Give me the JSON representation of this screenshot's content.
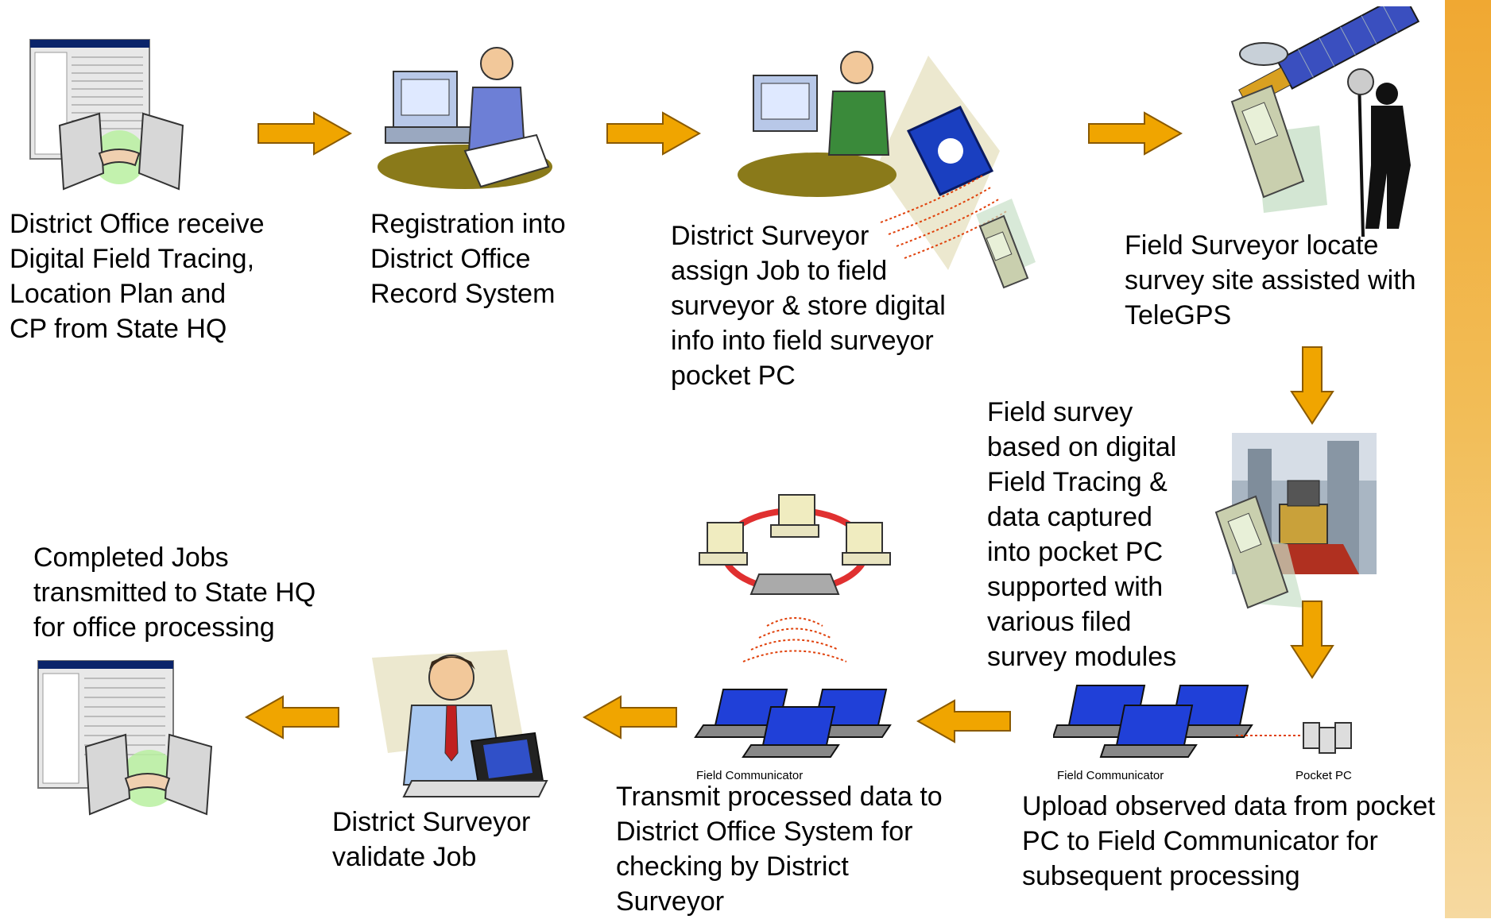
{
  "colors": {
    "arrow": "#f0a500",
    "arrow_outline": "#8a5a00",
    "sidebar": "#f0a832",
    "signal": "#e0400a"
  },
  "steps": [
    {
      "text": "District Office receive\nDigital Field Tracing,\nLocation Plan and\nCP from State HQ"
    },
    {
      "text": "Registration into\nDistrict Office\nRecord System"
    },
    {
      "text": "District  Surveyor\nassign Job to field\nsurveyor  & store  digital\ninfo into field surveyor\npocket PC"
    },
    {
      "text": "Field Surveyor locate\nsurvey site assisted with\nTeleGPS"
    },
    {
      "text": "Field survey\nbased on digital\nField Tracing &\ndata captured\ninto pocket PC\nsupported with\nvarious  filed\nsurvey modules"
    },
    {
      "text": "Upload observed data from pocket\nPC to Field Communicator for\nsubsequent processing"
    },
    {
      "text": "Transmit processed data to\nDistrict Office System for\nchecking by  District\nSurveyor"
    },
    {
      "text": "District Surveyor\nvalidate Job"
    },
    {
      "text": "Completed Jobs\ntransmitted to State HQ\nfor office processing"
    }
  ],
  "labels": {
    "field_communicator_1": "Field Communicator",
    "pocket_pc": "Pocket PC",
    "field_communicator_2": "Field Communicator"
  },
  "icons": [
    "computer-handshake-icon",
    "office-clerk-computer-icon",
    "surveyor-floppy-disk-icon",
    "satellite-gps-surveyor-icon",
    "total-station-survey-icon",
    "laptops-pocket-pc-icon",
    "network-ring-laptops-icon",
    "man-laptop-icon",
    "computer-handshake-icon"
  ]
}
